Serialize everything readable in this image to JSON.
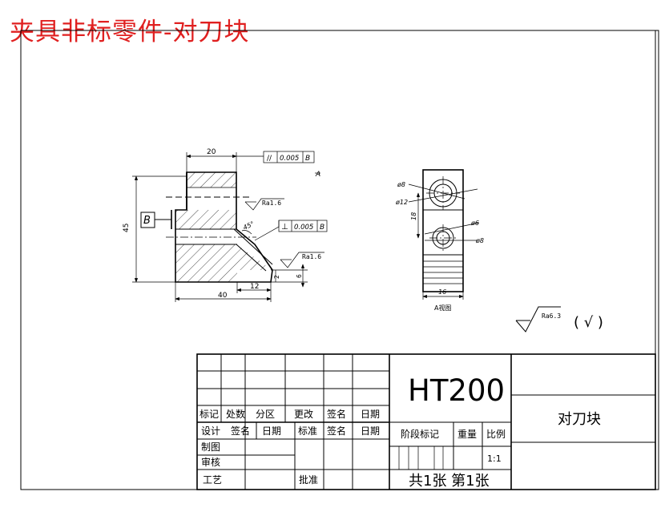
{
  "banner_title": "夹具非标零件-对刀块",
  "drawing": {
    "dim_top_width": "20",
    "dim_height": "45",
    "dim_bottom_width": "40",
    "dim_slot": "12",
    "dim_small_1": "2",
    "dim_small_2": "6",
    "dim_angle": "45°",
    "datum_label": "B",
    "parallel_tol": {
      "symbol": "//",
      "value": "0.005",
      "datum": "B"
    },
    "perp_tol": {
      "symbol": "⊥",
      "value": "0.005",
      "datum": "B"
    },
    "rough_1": "Ra1.6",
    "rough_2": "Ra1.6",
    "view_arrow": "A",
    "side_dia_1": "ø8",
    "side_dia_2": "ø12",
    "side_dist": "18",
    "side_dia_3": "ø6",
    "side_dia_4": "ø8",
    "side_width": "16",
    "side_view_label": "A视图",
    "general_rough": "Ra6.3",
    "general_rough_paren": "( √ )"
  },
  "title_block": {
    "material": "HT200",
    "part_name": "对刀块",
    "row_headers": [
      "标记",
      "处数",
      "分区",
      "更改",
      "签名",
      "日期"
    ],
    "design_row": [
      "设计",
      "签名",
      "日期",
      "标准",
      "签名",
      "日期"
    ],
    "stage_label": "阶段标记",
    "weight_label": "重量",
    "scale_label": "比例",
    "scale_value": "1:1",
    "drawn_label": "制图",
    "check_label": "审核",
    "process_label": "工艺",
    "approve_label": "批准",
    "sheets": "共1张  第1张"
  }
}
